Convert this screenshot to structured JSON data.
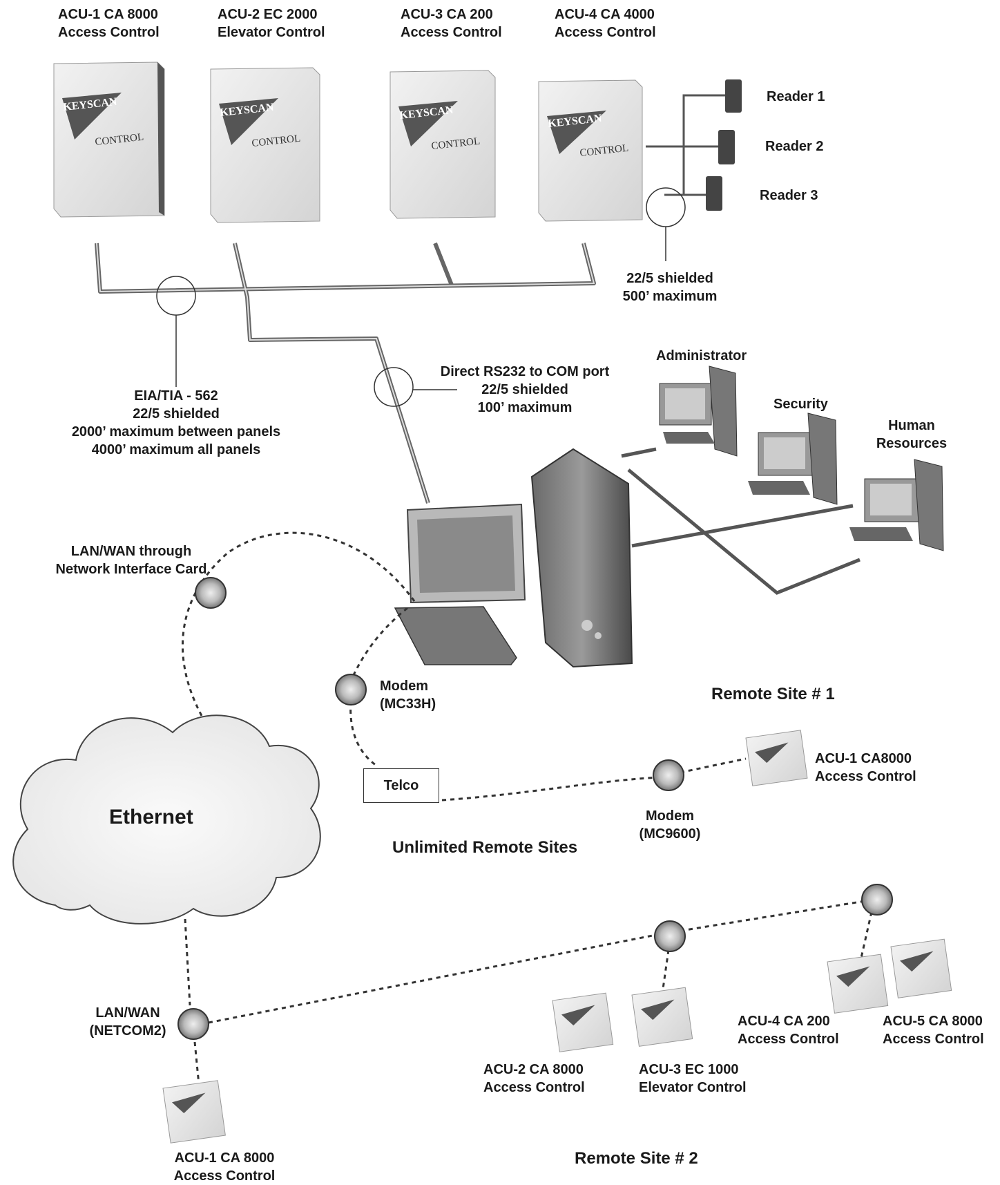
{
  "panels": [
    {
      "line1": "ACU-1 CA 8000",
      "line2": "Access Control",
      "brand": "KEYSCAN",
      "word": "CONTROL"
    },
    {
      "line1": "ACU-2 EC 2000",
      "line2": "Elevator Control",
      "brand": "KEYSCAN",
      "word": "CONTROL"
    },
    {
      "line1": "ACU-3 CA 200",
      "line2": "Access Control",
      "brand": "KEYSCAN",
      "word": "CONTROL"
    },
    {
      "line1": "ACU-4 CA 4000",
      "line2": "Access Control",
      "brand": "KEYSCAN",
      "word": "CONTROL"
    }
  ],
  "readers": [
    "Reader 1",
    "Reader 2",
    "Reader 3"
  ],
  "reader_cable": {
    "line1": "22/5 shielded",
    "line2": "500’ maximum"
  },
  "bus_cable": {
    "line1": "EIA/TIA - 562",
    "line2": "22/5 shielded",
    "line3": "2000’ maximum between panels",
    "line4": "4000’ maximum all panels"
  },
  "rs232": {
    "line1": "Direct RS232 to COM port",
    "line2": "22/5 shielded",
    "line3": "100’ maximum"
  },
  "workstations": {
    "admin": "Administrator",
    "security": "Security",
    "hr_line1": "Human",
    "hr_line2": "Resources"
  },
  "lan": {
    "line1": "LAN/WAN through",
    "line2": "Network Interface Card"
  },
  "modem1": {
    "line1": "Modem",
    "line2": "(MC33H)"
  },
  "remote1": {
    "title": "Remote Site # 1",
    "panel_line1": "ACU-1 CA8000",
    "panel_line2": "Access Control"
  },
  "telco": "Telco",
  "modem2": {
    "line1": "Modem",
    "line2": "(MC9600)"
  },
  "ethernet": "Ethernet",
  "unlimited": "Unlimited Remote Sites",
  "netcom": {
    "line1": "LAN/WAN",
    "line2": "(NETCOM2)"
  },
  "remote2": {
    "title": "Remote Site # 2",
    "acu1": {
      "line1": "ACU-1 CA 8000",
      "line2": "Access Control"
    },
    "acu2": {
      "line1": "ACU-2 CA 8000",
      "line2": "Access Control"
    },
    "acu3": {
      "line1": "ACU-3 EC 1000",
      "line2": "Elevator Control"
    },
    "acu4": {
      "line1": "ACU-4 CA 200",
      "line2": "Access Control"
    },
    "acu5": {
      "line1": "ACU-5 CA 8000",
      "line2": "Access Control"
    }
  }
}
